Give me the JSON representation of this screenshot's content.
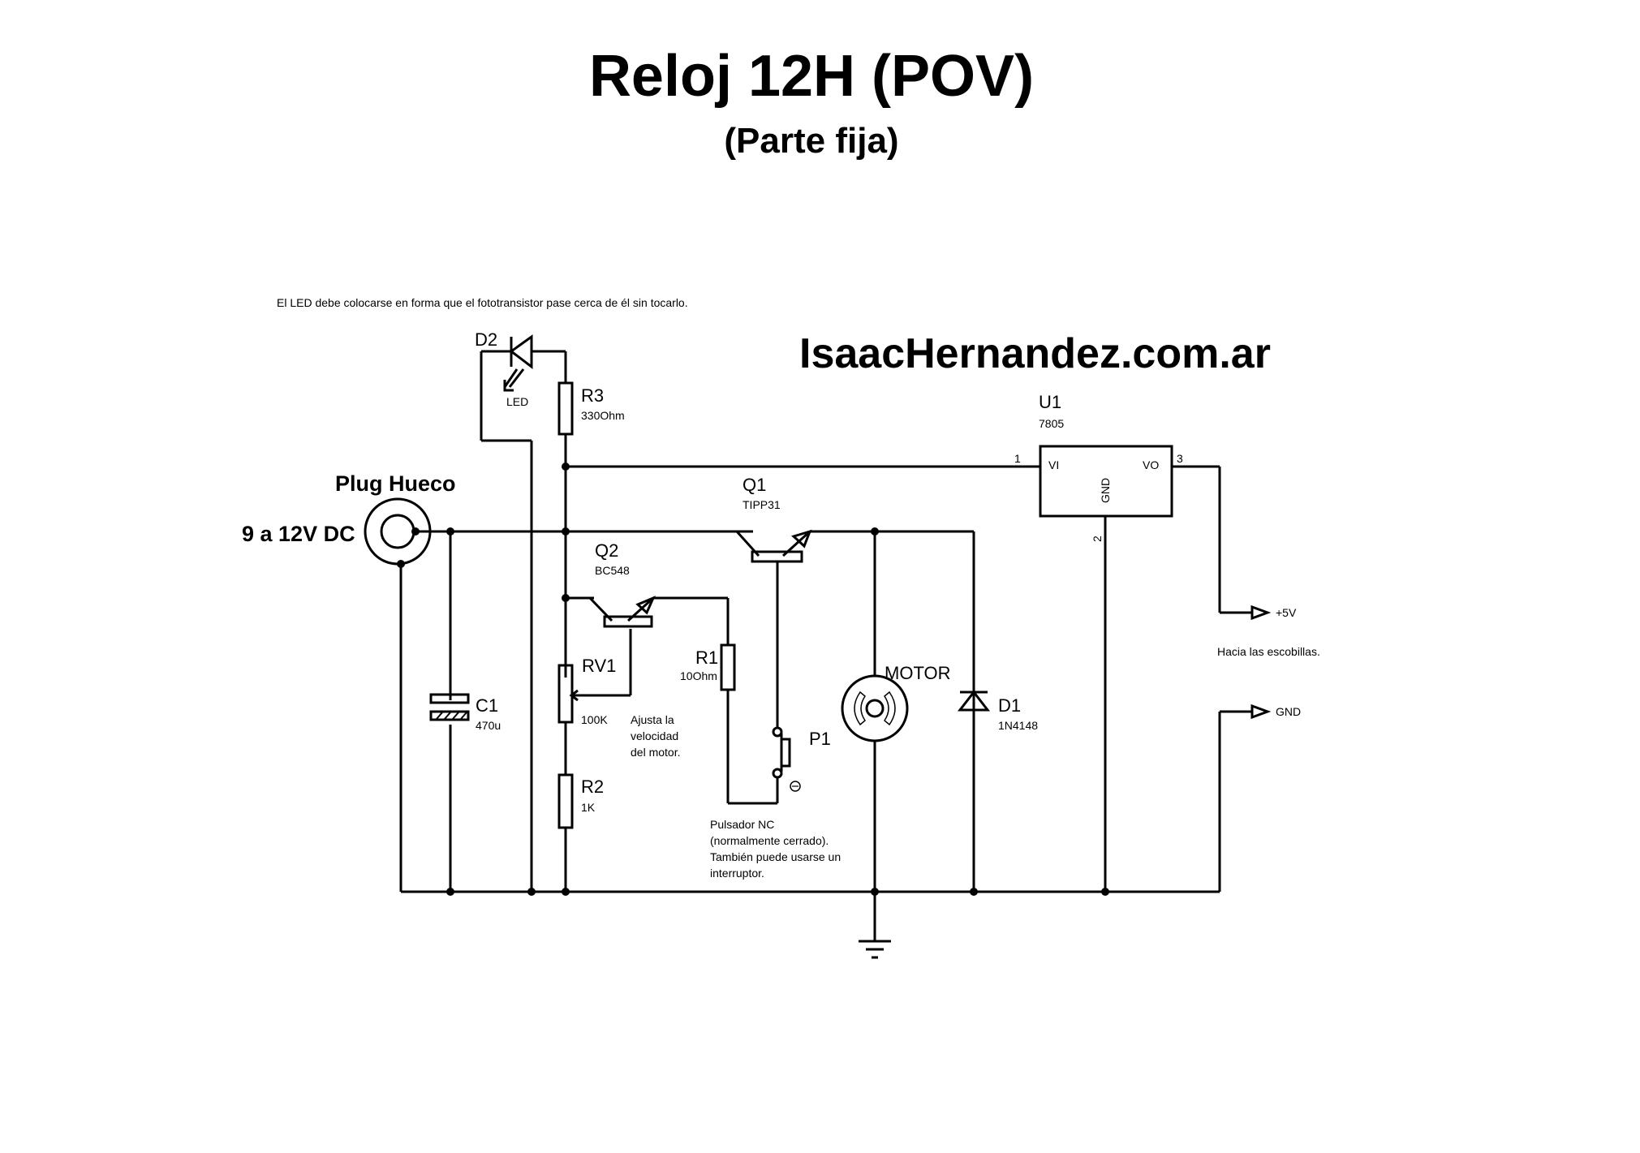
{
  "title": "Reloj 12H (POV)",
  "subtitle": "(Parte fija)",
  "note": "El LED debe colocarse en forma que el fototransistor pase cerca de él sin tocarlo.",
  "website": "IsaacHernandez.com.ar",
  "components": {
    "plug": {
      "label": "Plug Hueco",
      "value": "9 a 12V DC"
    },
    "D2": {
      "ref": "D2",
      "value": "LED"
    },
    "R3": {
      "ref": "R3",
      "value": "330Ohm"
    },
    "U1": {
      "ref": "U1",
      "value": "7805",
      "pin_vi": "VI",
      "pin_vo": "VO",
      "pin_gnd": "GND",
      "pin1": "1",
      "pin2": "2",
      "pin3": "3"
    },
    "Q1": {
      "ref": "Q1",
      "value": "TIPP31"
    },
    "Q2": {
      "ref": "Q2",
      "value": "BC548"
    },
    "RV1": {
      "ref": "RV1",
      "value": "100K"
    },
    "R1": {
      "ref": "R1",
      "value": "10Ohm"
    },
    "R2": {
      "ref": "R2",
      "value": "1K"
    },
    "C1": {
      "ref": "C1",
      "value": "470u"
    },
    "P1": {
      "ref": "P1"
    },
    "motor": {
      "label": "MOTOR"
    },
    "D1": {
      "ref": "D1",
      "value": "1N4148"
    }
  },
  "annotations": {
    "rv1_note": [
      "Ajusta la",
      "velocidad",
      "del motor."
    ],
    "p1_note": [
      "Pulsador NC",
      "(normalmente cerrado).",
      "También puede usarse un",
      "interruptor."
    ],
    "output_note": "Hacia las escobillas."
  },
  "terminals": {
    "plus5v": "+5V",
    "gnd": "GND"
  }
}
